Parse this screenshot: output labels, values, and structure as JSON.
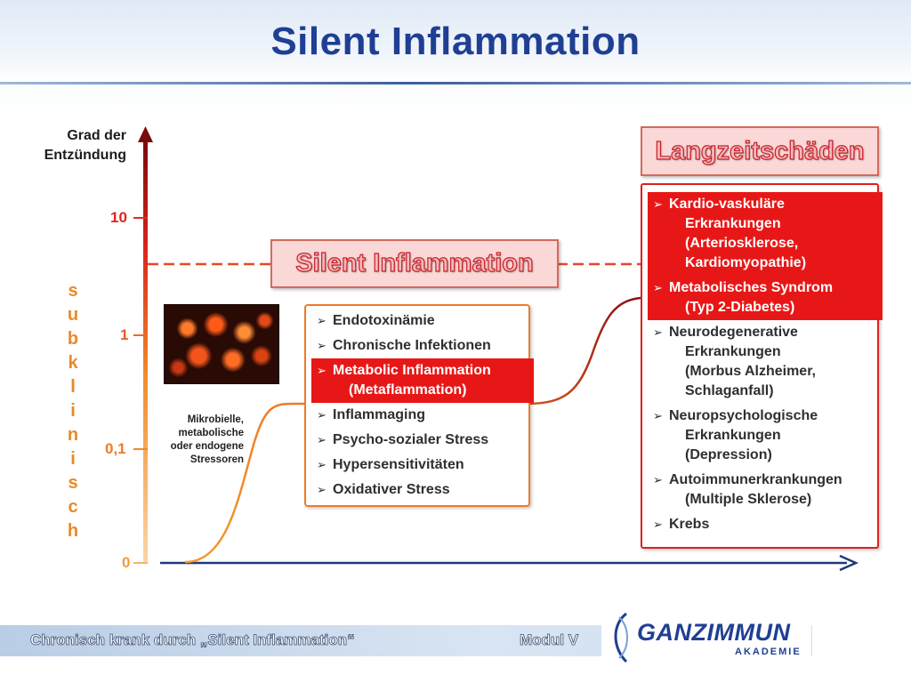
{
  "header": {
    "title": "Silent Inflammation"
  },
  "axis": {
    "ylabel_line1": "Grad der",
    "ylabel_line2": "Entzündung",
    "ticks": [
      "10",
      "1",
      "0,1",
      "0"
    ],
    "region_label": [
      "s",
      "u",
      "b",
      "k",
      "l",
      "i",
      "n",
      "i",
      "s",
      "c",
      "h"
    ]
  },
  "stressor": {
    "lines": [
      "Mikrobielle,",
      "metabolische",
      "oder endogene",
      "Stressoren"
    ]
  },
  "banners": {
    "silent": "Silent Inflammation",
    "langzeit": "Langzeitschäden"
  },
  "mid_list": [
    {
      "lines": [
        "Endotoxinämie"
      ],
      "highlight": false
    },
    {
      "lines": [
        "Chronische Infektionen"
      ],
      "highlight": false
    },
    {
      "lines": [
        "Metabolic Inflammation",
        "(Metaflammation)"
      ],
      "highlight": true
    },
    {
      "lines": [
        "Inflammaging"
      ],
      "highlight": false
    },
    {
      "lines": [
        "Psycho-sozialer Stress"
      ],
      "highlight": false
    },
    {
      "lines": [
        "Hypersensitivitäten"
      ],
      "highlight": false
    },
    {
      "lines": [
        "Oxidativer Stress"
      ],
      "highlight": false
    }
  ],
  "right_list": [
    {
      "lines": [
        "Kardio-vaskuläre",
        "Erkrankungen",
        "(Arteriosklerose,",
        "Kardiomyopathie)"
      ],
      "highlight": true
    },
    {
      "lines": [
        "Metabolisches Syndrom",
        "(Typ 2-Diabetes)"
      ],
      "highlight": true
    },
    {
      "lines": [
        "Neurodegenerative",
        "Erkrankungen",
        "(Morbus Alzheimer,",
        "Schlaganfall)"
      ],
      "highlight": false
    },
    {
      "lines": [
        "Neuropsychologische",
        "Erkrankungen",
        "(Depression)"
      ],
      "highlight": false
    },
    {
      "lines": [
        "Autoimmunerkrankungen",
        "(Multiple Sklerose)"
      ],
      "highlight": false
    },
    {
      "lines": [
        "Krebs"
      ],
      "highlight": false
    }
  ],
  "bullet_glyph": "➢",
  "footer": {
    "title": "Chronisch krank durch „Silent Inflammation“",
    "module": "Modul V"
  },
  "logo": {
    "main": "GANZIMMUN",
    "sub": "AKADEMIE"
  },
  "colors": {
    "title": "#1f3f93",
    "highlight": "#e81717",
    "orange": "#ef7a2b",
    "red": "#e11f1f"
  }
}
